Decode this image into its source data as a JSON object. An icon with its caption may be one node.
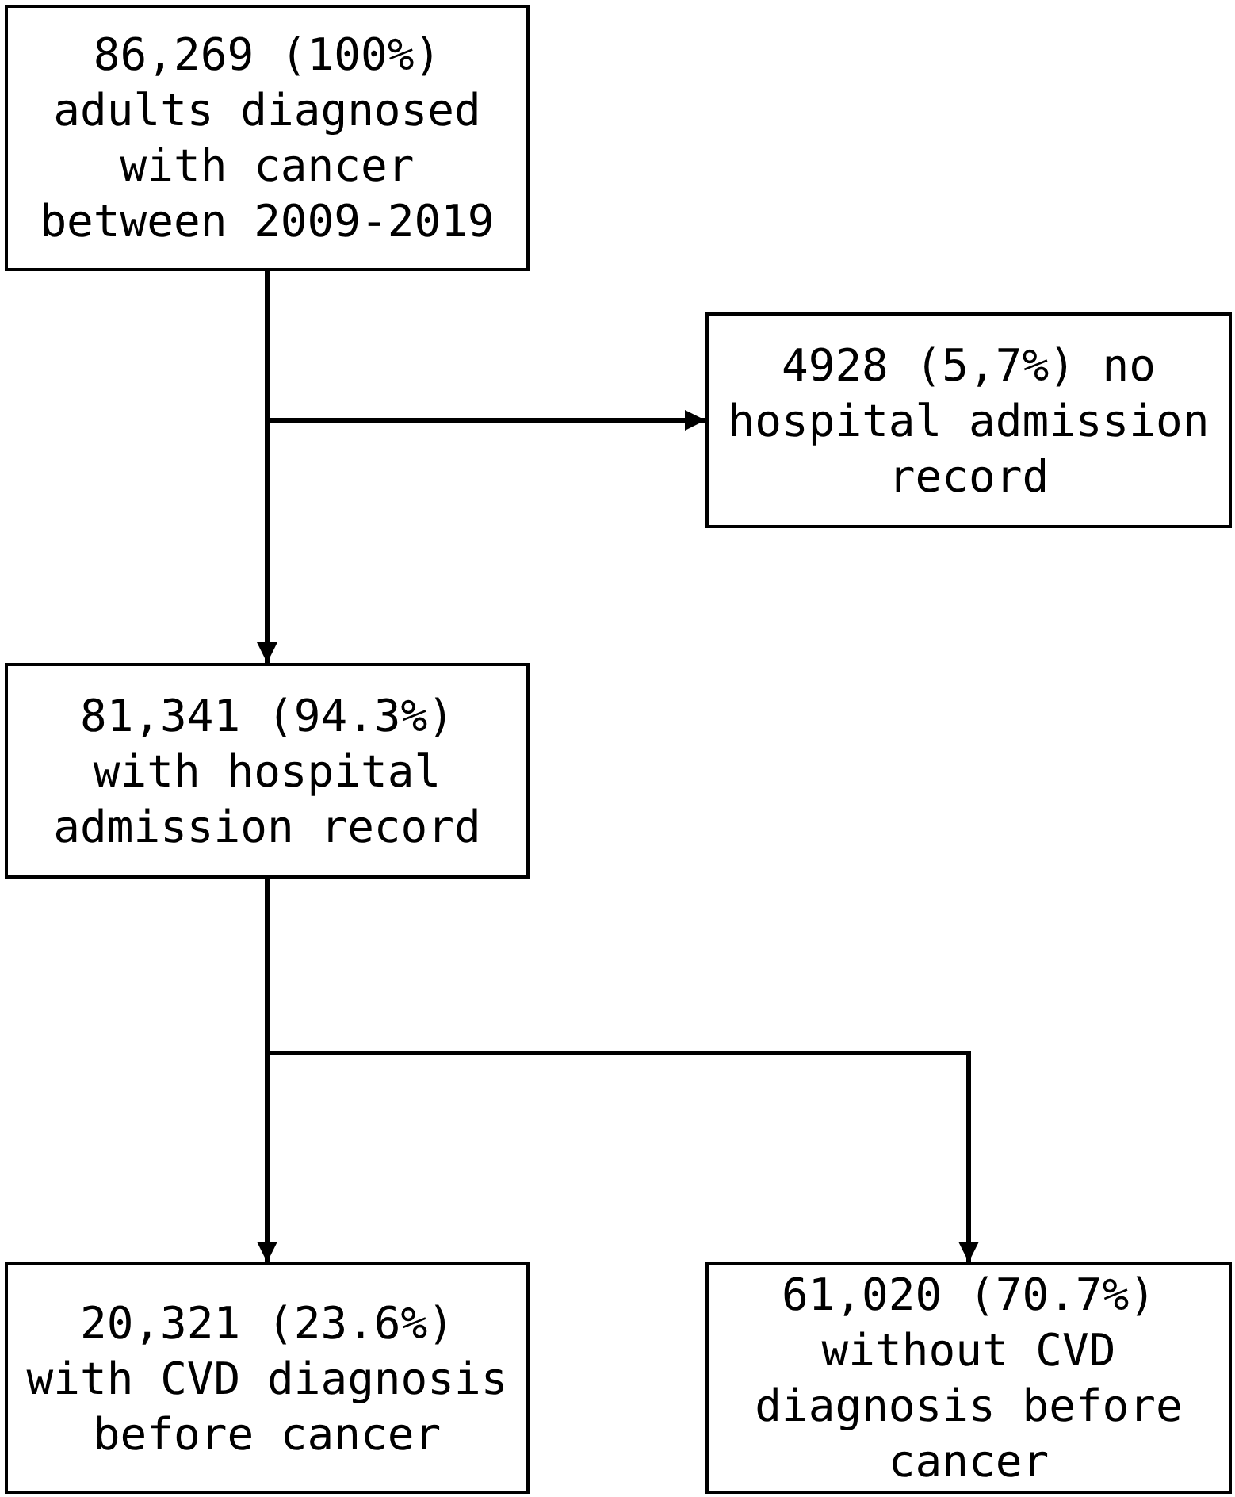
{
  "diagram": {
    "nodes": [
      {
        "text": [
          "86,269 (100%) adults diagnosed with cancer between 2009-2019"
        ]
      },
      {
        "text": [
          "4928 (5,7%) no hospital admission record"
        ]
      },
      {
        "text": [
          "81,341 (94.3%) with hospital admission record"
        ]
      },
      {
        "text": [
          "20,321 (23.6%) with CVD diagnosis before cancer"
        ]
      },
      {
        "text": [
          "61,020 (70.7%) without CVD diagnosis before cancer"
        ]
      }
    ],
    "edges": [
      {
        "from": 0,
        "to": 1,
        "arrow": "to"
      },
      {
        "from": 0,
        "to": 2,
        "arrow": "to"
      },
      {
        "from": 2,
        "to": 3,
        "arrow": "to"
      },
      {
        "from": 2,
        "to": 4,
        "arrow": "to"
      }
    ]
  }
}
